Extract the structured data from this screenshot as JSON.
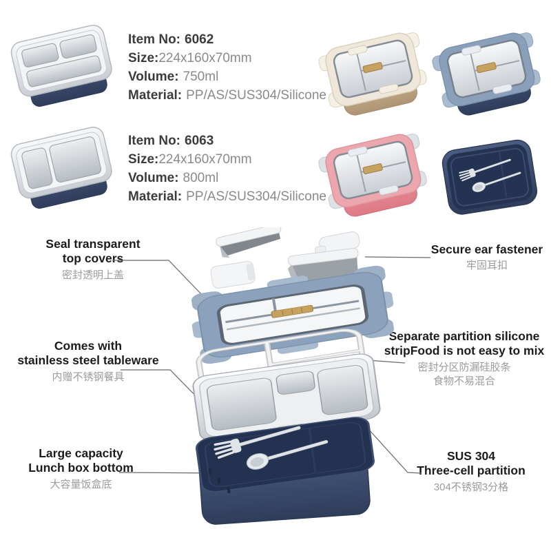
{
  "products": [
    {
      "item_no_label": "Item No:",
      "item_no": "6062",
      "size_label": "Size:",
      "size": "224x160x70mm",
      "volume_label": "Volume:",
      "volume": "750ml",
      "material_label": "Material:",
      "material": "PP/AS/SUS304/Silicone"
    },
    {
      "item_no_label": "Item No:",
      "item_no": "6063",
      "size_label": "Size:",
      "size": "224x160x70mm",
      "volume_label": "Volume:",
      "volume": "800ml",
      "material_label": "Material:",
      "material": "PP/AS/SUS304/Silicone"
    }
  ],
  "annotations": {
    "seal_top_covers": {
      "en_line1": "Seal transparent",
      "en_line2": "top covers",
      "zh": "密封透明上盖"
    },
    "secure_ear_fastener": {
      "en": "Secure ear fastener",
      "zh": "牢固耳扣"
    },
    "stainless_tableware": {
      "en_line1": "Comes with",
      "en_line2": "stainless steel tableware",
      "zh": "内赠不锈钢餐具"
    },
    "partition_strip": {
      "en_line1": "Separate partition silicone",
      "en_line2": "stripFood is not easy to mix",
      "zh_line1": "密封分区防漏硅胶条",
      "zh_line2": "食物不易混合"
    },
    "lunch_box_bottom": {
      "en_line1": "Large capacity",
      "en_line2": "Lunch box bottom",
      "zh": "大容量饭盒底"
    },
    "three_cell_partition": {
      "en_line1": "SUS 304",
      "en_line2": "Three-cell partition",
      "zh": "304不锈钢3分格"
    }
  },
  "colors": {
    "navy": "#3d4f6e",
    "steel": "#d3d7db",
    "lid_blue_gray": "#8ca2bc",
    "khaki": "#c9b394",
    "pink": "#eb98a0",
    "cream": "#efe8da",
    "gold_clasp": "#c7a160",
    "label_dark": "#1c1c1c",
    "label_gray": "#9b9b9b"
  }
}
